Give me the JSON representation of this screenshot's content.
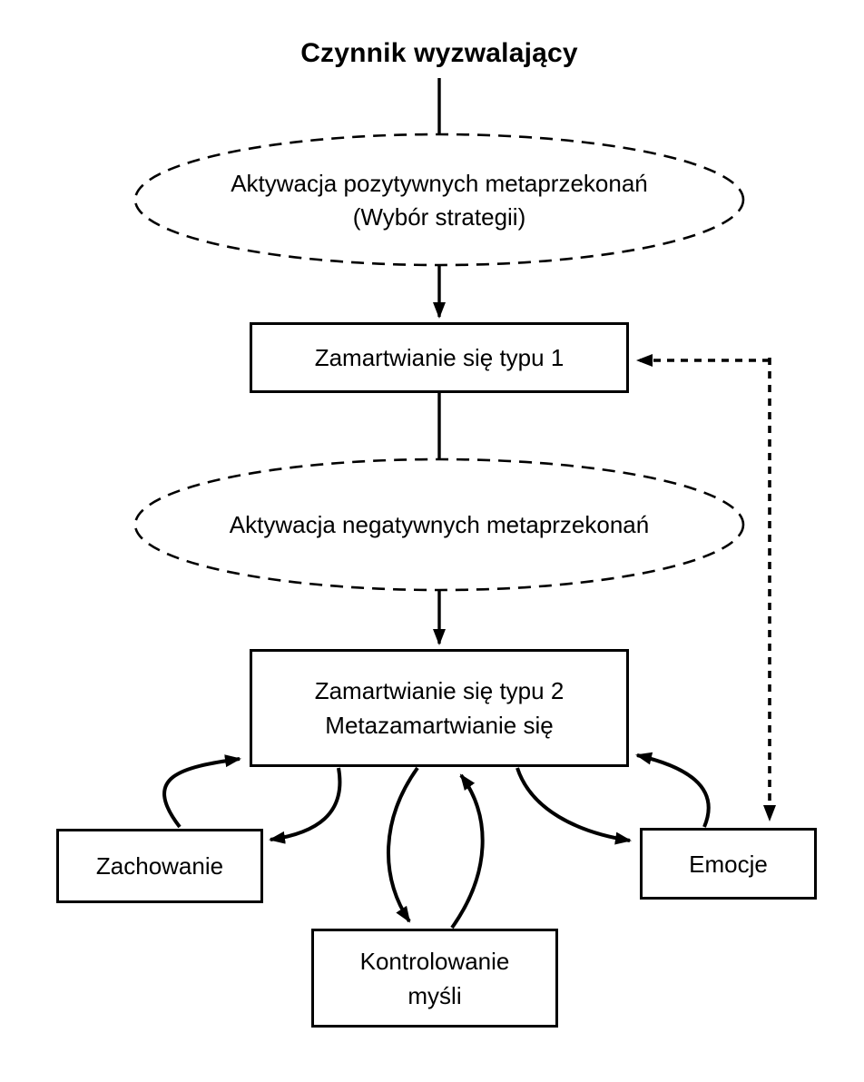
{
  "diagram": {
    "title": "Czynnik wyzwalający",
    "nodes": {
      "positive_metabeliefs": {
        "shape": "dashed-ellipse",
        "line1": "Aktywacja pozytywnych metaprzekonań",
        "line2": "(Wybór strategii)"
      },
      "type1_worry": {
        "shape": "rectangle",
        "label": "Zamartwianie się typu 1"
      },
      "negative_metabeliefs": {
        "shape": "dashed-ellipse",
        "label": "Aktywacja negatywnych metaprzekonań"
      },
      "type2_worry": {
        "shape": "rectangle",
        "line1": "Zamartwianie się typu 2",
        "line2": "Metazamartwianie się"
      },
      "behaviour": {
        "shape": "rectangle",
        "label": "Zachowanie"
      },
      "thought_control": {
        "shape": "rectangle",
        "line1": "Kontrolowanie",
        "line2": "myśli"
      },
      "emotion": {
        "shape": "rectangle",
        "label": "Emocje"
      }
    },
    "edges": [
      {
        "from": "title",
        "to": "positive_metabeliefs",
        "style": "solid-line"
      },
      {
        "from": "positive_metabeliefs",
        "to": "type1_worry",
        "style": "solid-arrow"
      },
      {
        "from": "type1_worry",
        "to": "negative_metabeliefs",
        "style": "solid-line"
      },
      {
        "from": "negative_metabeliefs",
        "to": "type2_worry",
        "style": "solid-arrow"
      },
      {
        "from": "emotion",
        "to": "type1_worry",
        "style": "dashed-bidirectional-arrow"
      },
      {
        "from": "behaviour",
        "to": "type2_worry",
        "style": "curved-arrow"
      },
      {
        "from": "type2_worry",
        "to": "behaviour",
        "style": "curved-arrow"
      },
      {
        "from": "type2_worry",
        "to": "thought_control",
        "style": "curved-arrow"
      },
      {
        "from": "thought_control",
        "to": "type2_worry",
        "style": "curved-arrow"
      },
      {
        "from": "type2_worry",
        "to": "emotion",
        "style": "curved-arrow"
      },
      {
        "from": "emotion",
        "to": "type2_worry",
        "style": "curved-arrow"
      }
    ],
    "colors": {
      "stroke": "#000000",
      "background": "#ffffff"
    }
  }
}
